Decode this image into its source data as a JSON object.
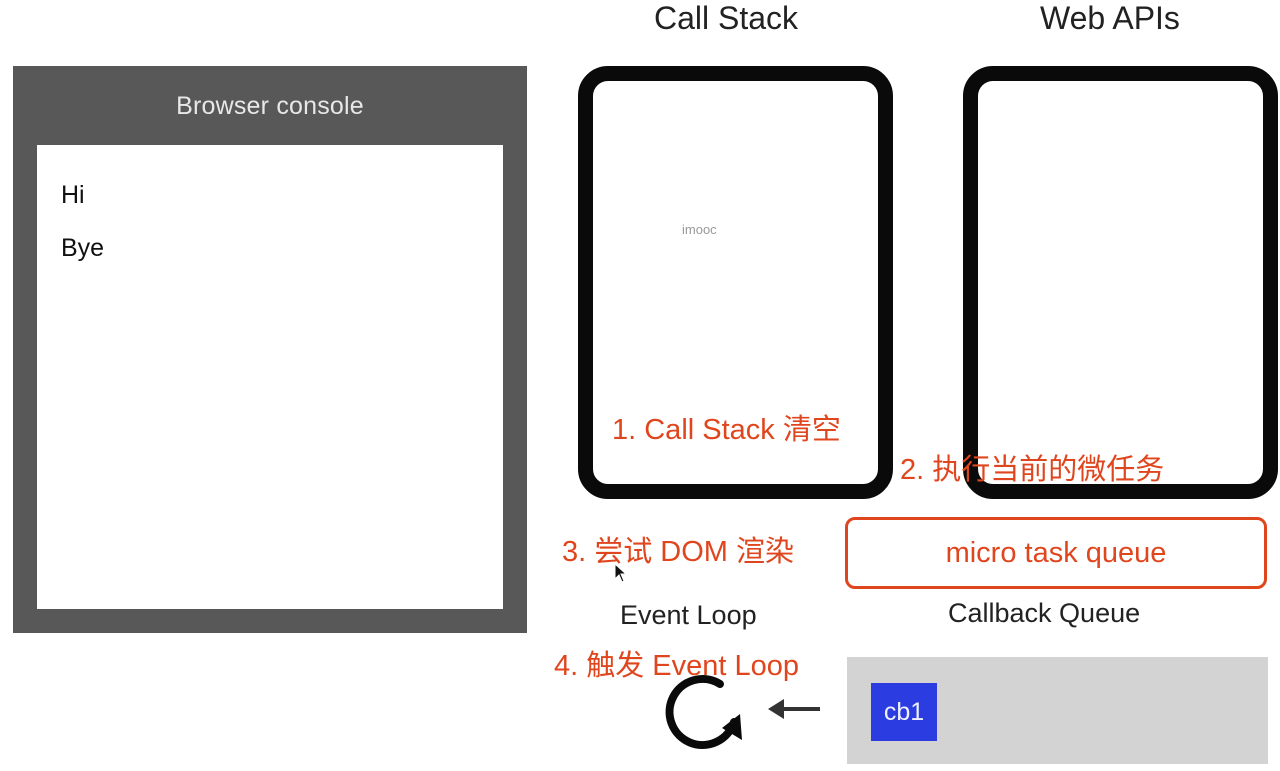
{
  "console": {
    "title": "Browser console",
    "lines": [
      "Hi",
      "Bye"
    ]
  },
  "call_stack": {
    "title": "Call Stack",
    "watermark": "imooc"
  },
  "web_apis": {
    "title": "Web APIs"
  },
  "steps": [
    "1. Call Stack 清空",
    "2. 执行当前的微任务",
    "3. 尝试 DOM 渲染",
    "4. 触发 Event Loop"
  ],
  "micro_task_queue": {
    "label": "micro task queue"
  },
  "event_loop": {
    "label": "Event Loop",
    "icon": "loop-icon"
  },
  "callback_queue": {
    "label": "Callback Queue",
    "items": [
      "cb1"
    ]
  },
  "colors": {
    "accent": "#e0461e",
    "console_frame": "#585858",
    "queue_bg": "#d3d3d3",
    "cb_item": "#2b3de0"
  }
}
